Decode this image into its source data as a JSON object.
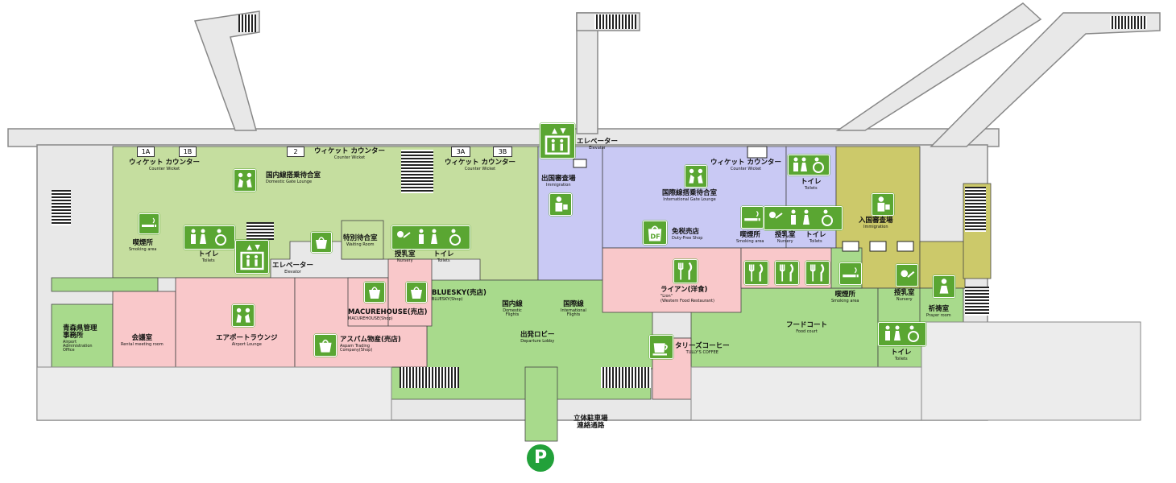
{
  "colors": {
    "domestic": "#c5de9f",
    "international": "#c9c9f4",
    "shop": "#f9c8ca",
    "public": "#a8da8c",
    "customs": "#ccc96a",
    "wall": "#e8e8e8",
    "pictogram": "#5aa632"
  },
  "check_in": {
    "counters": [
      "1A",
      "1B",
      "2",
      "3A",
      "3B"
    ],
    "label_jp": "ウィケット カウンター",
    "label_en": "Counter Wicket"
  },
  "domestic_lounge": {
    "jp": "国内線搭乗待合室",
    "en": "Domestic Gate Lounge"
  },
  "intl_lounge": {
    "jp": "国際線搭乗待合室",
    "en": "International Gate Lounge"
  },
  "elevator": {
    "jp": "エレベーター",
    "en": "Elevator"
  },
  "immigration_out": {
    "jp": "出国審査場",
    "en": "Immigration"
  },
  "immigration_in": {
    "jp": "入国審査場",
    "en": "Immigration"
  },
  "smoking": {
    "jp": "喫煙所",
    "en": "Smoking area"
  },
  "toilets": {
    "jp": "トイレ",
    "en": "Toilets"
  },
  "nursery": {
    "jp": "授乳室",
    "en": "Nursery"
  },
  "waiting_room": {
    "jp": "特別待合室",
    "en": "Waiting Room"
  },
  "bluesky": {
    "jp": "BLUESKY(売店)",
    "en": "BLUESKY(Shop)"
  },
  "macurehouse": {
    "jp": "MACUREHOUSE(売店)",
    "en": "MACUREHOUSE(Shop)"
  },
  "aspam": {
    "jp": "アスパム物産(売店)",
    "en": "Aspam Trading Company(Shop)"
  },
  "airport_lounge": {
    "jp": "エアポートラウンジ",
    "en": "Airport Lounge"
  },
  "meeting_room": {
    "jp": "会議室",
    "en": "Rental meeting room"
  },
  "office": {
    "jp": "青森県管理事務所",
    "en": "Airport Administration Office"
  },
  "domestic_flights": {
    "jp": "国内線",
    "en": "Domestic Flights"
  },
  "intl_flights": {
    "jp": "国際線",
    "en": "International Flights"
  },
  "departure_lobby": {
    "jp": "出発ロビー",
    "en": "Departure Lobby"
  },
  "duty_free": {
    "jp": "免税売店",
    "en": "Duty-Free Shop",
    "badge": "DF"
  },
  "restaurant": {
    "jp": "ライアン(洋食)",
    "en1": "\"Lion\"",
    "en2": "(Western Food Restaurant)"
  },
  "tullys": {
    "jp": "タリーズコーヒー",
    "en": "TULLY'S COFFEE"
  },
  "food_court": {
    "jp": "フードコート",
    "en": "Food court"
  },
  "prayer": {
    "jp": "祈祷室",
    "en": "Prayer room"
  },
  "parking_link": {
    "line1": "立体駐車場",
    "line2": "連絡通路",
    "badge": "P"
  }
}
